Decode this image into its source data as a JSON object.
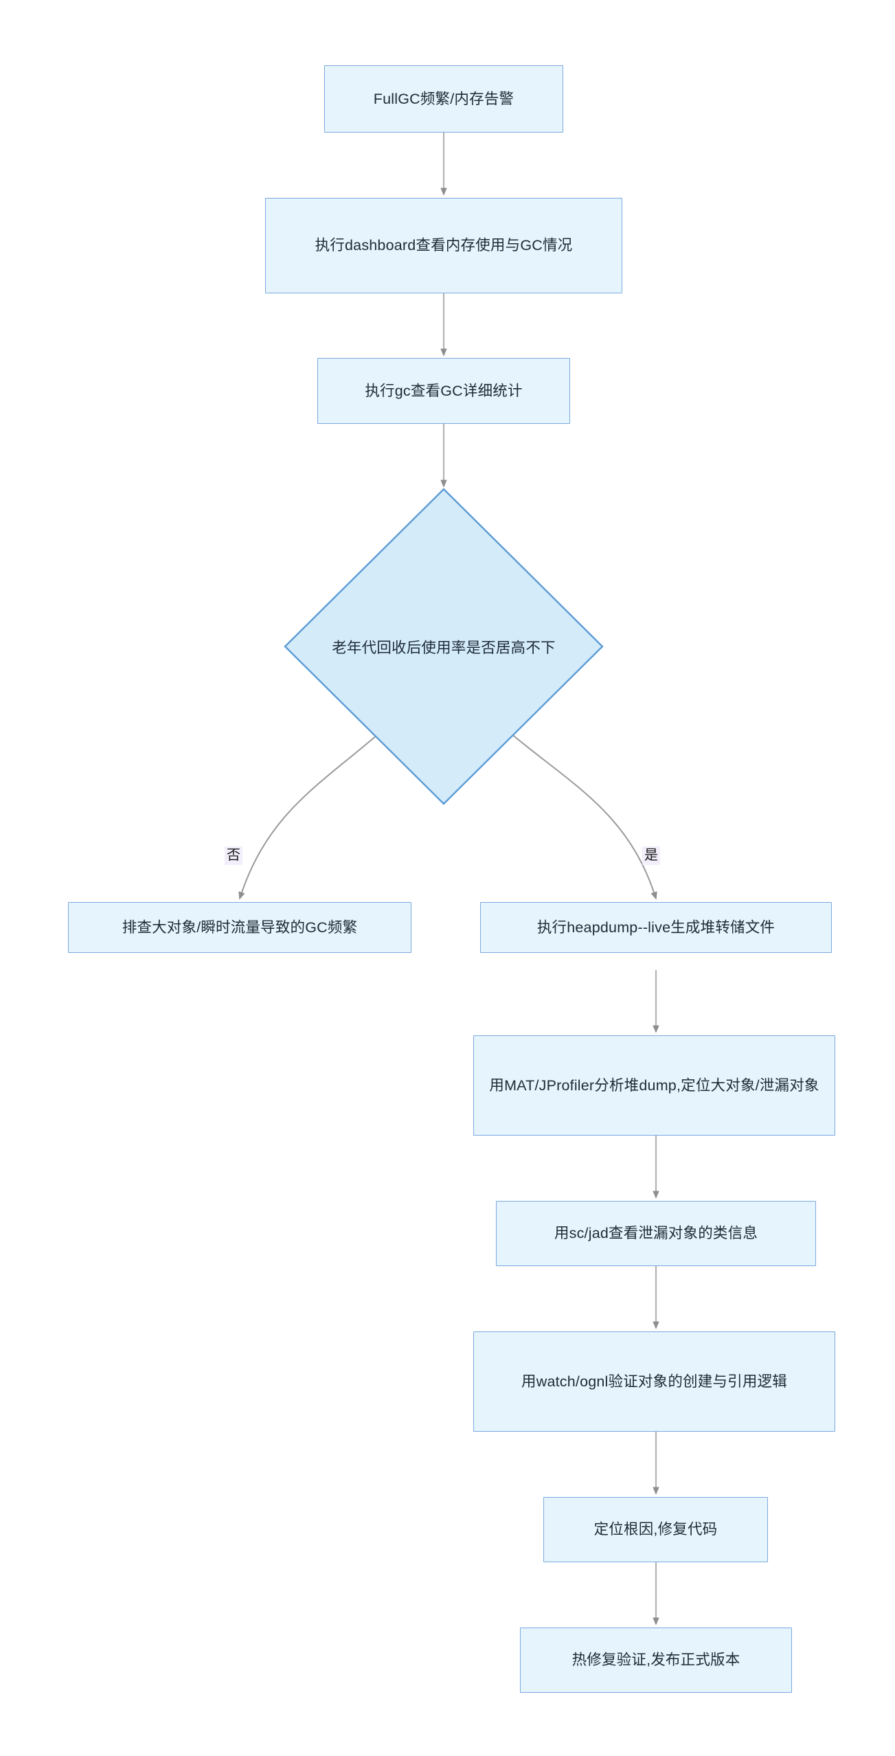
{
  "diagram": {
    "type": "flowchart",
    "orientation": "top-to-bottom",
    "background_color": "#ffffff",
    "node_fill": "#e6f4fd",
    "decision_fill": "#d4ebfa",
    "node_border": "#7aa9e0",
    "edge_color": "#9a9a9a",
    "edge_label_bg": "#f3eefb",
    "text_color": "#1d2b36"
  },
  "nodes": {
    "start": {
      "id": "n1",
      "shape": "rect",
      "text": "FullGC频繁/内存告警"
    },
    "dashboard": {
      "id": "n2",
      "shape": "rect",
      "text": "执行dashboard查看内存使用与GC情况"
    },
    "gc": {
      "id": "n3",
      "shape": "rect",
      "text": "执行gc查看GC详细统计"
    },
    "decision": {
      "id": "n4",
      "shape": "diamond",
      "text": "老年代回收后使用率是否居高不下"
    },
    "no_branch": {
      "id": "n5",
      "shape": "rect",
      "text": "排查大对象/瞬时流量导致的GC频繁"
    },
    "heapdump": {
      "id": "n6",
      "shape": "rect",
      "text": "执行heapdump--live生成堆转储文件"
    },
    "mat": {
      "id": "n7",
      "shape": "rect",
      "text": "用MAT/JProfiler分析堆dump,定位大对象/泄漏对象"
    },
    "scjad": {
      "id": "n8",
      "shape": "rect",
      "text": "用sc/jad查看泄漏对象的类信息"
    },
    "watch": {
      "id": "n9",
      "shape": "rect",
      "text": "用watch/ognl验证对象的创建与引用逻辑"
    },
    "rootcause": {
      "id": "n10",
      "shape": "rect",
      "text": "定位根因,修复代码"
    },
    "hotfix": {
      "id": "n11",
      "shape": "rect",
      "text": "热修复验证,发布正式版本"
    }
  },
  "edge_labels": {
    "no": "否",
    "yes": "是"
  },
  "edges": [
    {
      "from": "start",
      "to": "dashboard",
      "label": ""
    },
    {
      "from": "dashboard",
      "to": "gc",
      "label": ""
    },
    {
      "from": "gc",
      "to": "decision",
      "label": ""
    },
    {
      "from": "decision",
      "to": "no_branch",
      "label": "否"
    },
    {
      "from": "decision",
      "to": "heapdump",
      "label": "是"
    },
    {
      "from": "heapdump",
      "to": "mat",
      "label": ""
    },
    {
      "from": "mat",
      "to": "scjad",
      "label": ""
    },
    {
      "from": "scjad",
      "to": "watch",
      "label": ""
    },
    {
      "from": "watch",
      "to": "rootcause",
      "label": ""
    },
    {
      "from": "rootcause",
      "to": "hotfix",
      "label": ""
    }
  ]
}
